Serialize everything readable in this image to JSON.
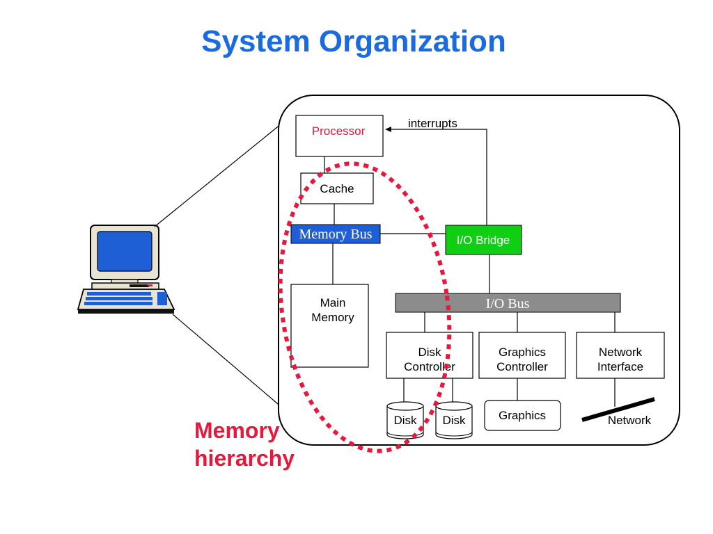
{
  "title": "System Organization",
  "annotation": {
    "line1": "Memory",
    "line2": "hierarchy"
  },
  "diagram": {
    "processor": "Processor",
    "interrupts": "interrupts",
    "cache": "Cache",
    "memory_bus": "Memory Bus",
    "io_bridge": "I/O Bridge",
    "main_memory": {
      "line1": "Main",
      "line2": "Memory"
    },
    "io_bus": "I/O Bus",
    "disk_controller": {
      "line1": "Disk",
      "line2": "Controller"
    },
    "graphics_controller": {
      "line1": "Graphics",
      "line2": "Controller"
    },
    "network_interface": {
      "line1": "Network",
      "line2": "Interface"
    },
    "disks": [
      "Disk",
      "Disk"
    ],
    "graphics": "Graphics",
    "network": "Network"
  },
  "colors": {
    "title": "#1a6be0",
    "annotation": "#e8173c",
    "processor_text": "#e8173c",
    "interrupts_text": "#cc2a9c",
    "memory_bus_fill": "#1f5fd6",
    "io_bridge_fill": "#0fcf12",
    "io_bus_fill": "#8c8c8c",
    "hierarchy_outline": "#e8173c",
    "monitor_screen": "#1f5fd6"
  }
}
